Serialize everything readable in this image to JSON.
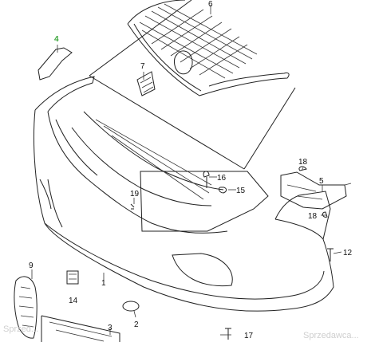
{
  "diagram": {
    "callouts": {
      "part_1": "1",
      "part_2": "2",
      "part_3": "3",
      "part_4": "4",
      "part_5": "5",
      "part_6": "6",
      "part_7": "7",
      "part_9": "9",
      "part_12": "12",
      "part_14": "14",
      "part_15": "15",
      "part_16": "16",
      "part_17": "17",
      "part_18a": "18",
      "part_18b": "18",
      "part_19": "19"
    },
    "highlight_color": "#3aa53a",
    "watermark_left": "Sprzed...",
    "watermark_right": "Sprzedawca..."
  }
}
